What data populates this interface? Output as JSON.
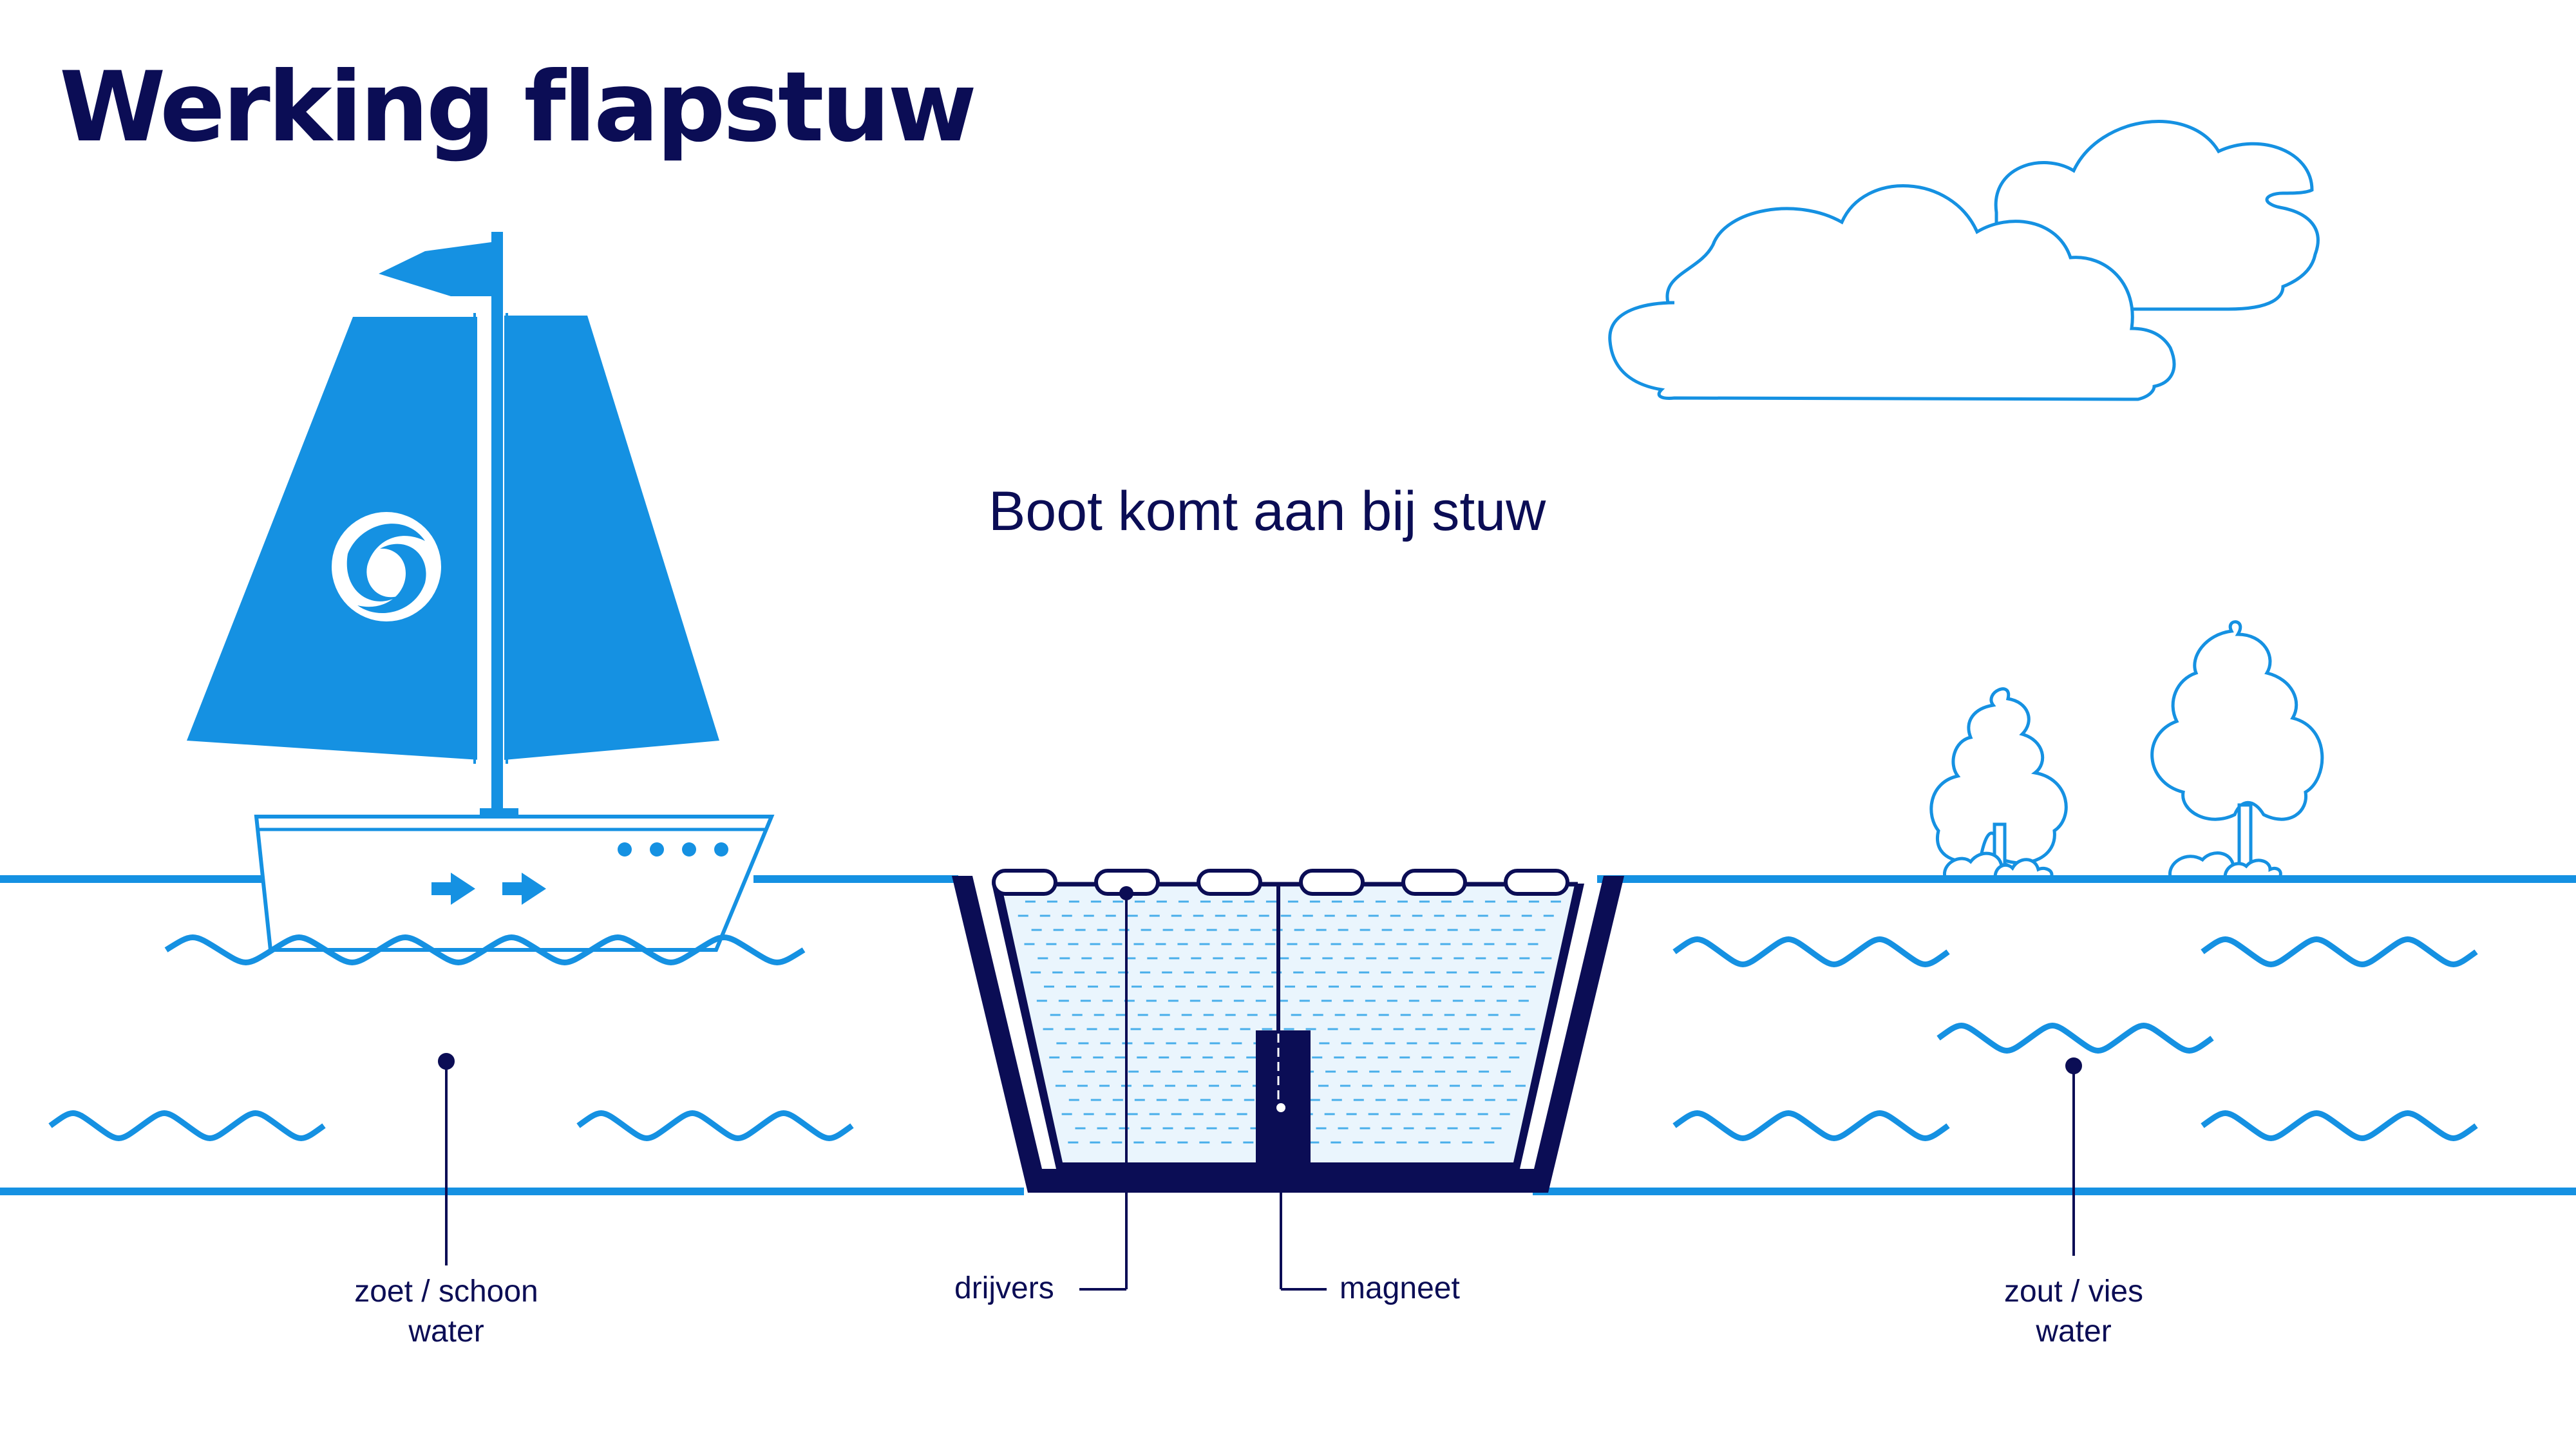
{
  "title": "Werking flapstuw",
  "caption": "Boot komt aan bij stuw",
  "labels": {
    "fresh_water": [
      "zoet / schoon",
      "water"
    ],
    "floats": "drijvers",
    "magnet": "magneet",
    "salt_water": [
      "zout / vies",
      "water"
    ]
  },
  "colors": {
    "navy": "#0b0d55",
    "blue": "#1591e2",
    "light_blue": "#2a9de6",
    "white": "#ffffff"
  },
  "icons": [
    "sailboat",
    "flag",
    "logo-swirl",
    "arrow-right",
    "porthole",
    "cloud",
    "tree",
    "bush",
    "wave",
    "weir",
    "float",
    "magnet"
  ]
}
